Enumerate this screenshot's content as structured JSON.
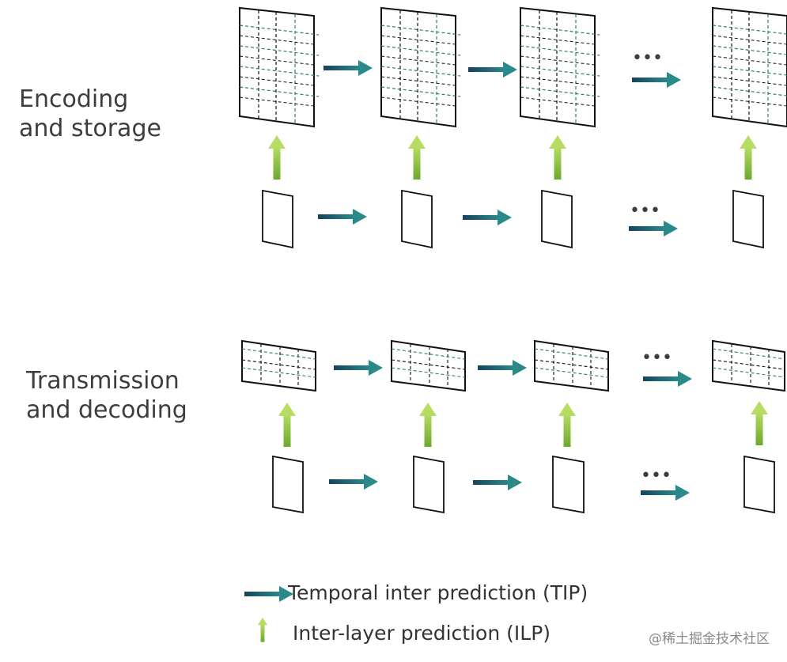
{
  "sections": {
    "encoding": {
      "line1": "Encoding",
      "line2": "and storage"
    },
    "transmission": {
      "line1": "Transmission",
      "line2": "and decoding"
    }
  },
  "legend": {
    "tip_label": "Temporal inter prediction (TIP)",
    "ilp_label": "Inter-layer prediction (ILP)"
  },
  "watermark": "@稀土掘金技术社区",
  "colors": {
    "tip_arrow": "#1f5a6e",
    "ilp_arrow": "#7fbf3f",
    "grid_dash": "#2f7a70",
    "frame_stroke": "#111111"
  },
  "ellipsis": "•••"
}
